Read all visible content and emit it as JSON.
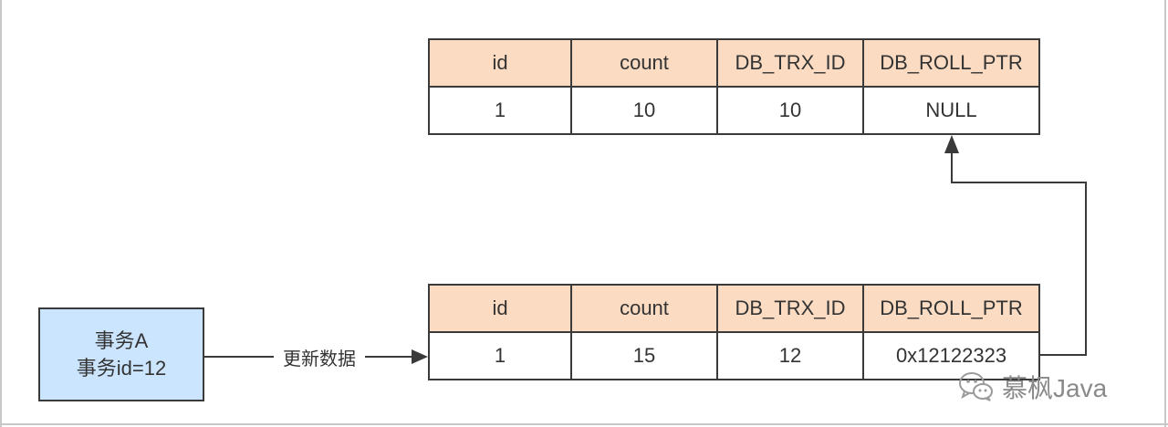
{
  "tables": {
    "top": {
      "headers": [
        "id",
        "count",
        "DB_TRX_ID",
        "DB_ROLL_PTR"
      ],
      "row": [
        "1",
        "10",
        "10",
        "NULL"
      ]
    },
    "bottom": {
      "headers": [
        "id",
        "count",
        "DB_TRX_ID",
        "DB_ROLL_PTR"
      ],
      "row": [
        "1",
        "15",
        "12",
        "0x12122323"
      ]
    }
  },
  "transaction": {
    "name": "事务A",
    "id_label": "事务id=12"
  },
  "edge_label": "更新数据",
  "watermark": {
    "icon": "wechat-icon",
    "text": "慕枫Java"
  },
  "colors": {
    "header_fill": "#fbdcc3",
    "tx_fill": "#cce5ff",
    "stroke": "#3a3a3a"
  }
}
